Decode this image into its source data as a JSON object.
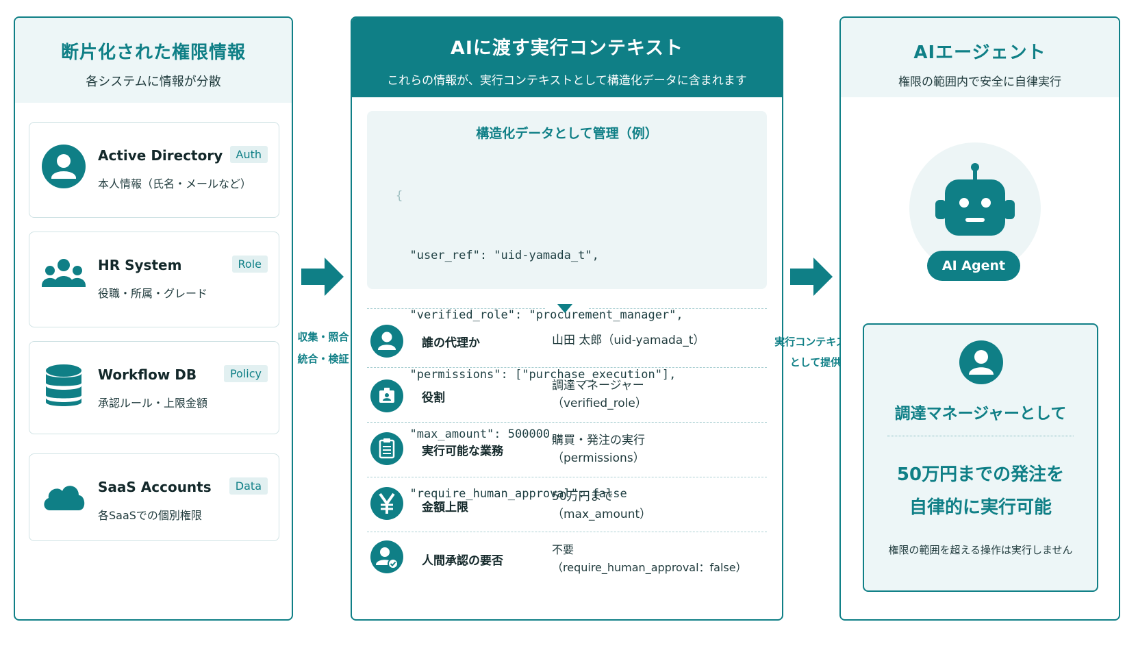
{
  "colors": {
    "accent": "#0f7f86",
    "tint": "#edf6f7",
    "text": "#1f3a3c"
  },
  "left": {
    "title": "断片化された権限情報",
    "subtitle": "各システムに情報が分散",
    "sources": [
      {
        "name": "Active Directory",
        "desc": "本人情報（氏名・メールなど）",
        "tag": "Auth",
        "icon": "user-icon"
      },
      {
        "name": "HR System",
        "desc": "役職・所属・グレード",
        "tag": "Role",
        "icon": "group-icon"
      },
      {
        "name": "Workflow DB",
        "desc": "承認ルール・上限金額",
        "tag": "Policy",
        "icon": "database-icon"
      },
      {
        "name": "SaaS Accounts",
        "desc": "各SaaSでの個別権限",
        "tag": "Data",
        "icon": "cloud-icon"
      }
    ]
  },
  "edge1": {
    "line1": "収集・照合",
    "line2": "統合・検証"
  },
  "mid": {
    "title": "AIに渡す実行コンテキスト",
    "subtitle": "これらの情報が、実行コンテキストとして構造化データに含まれます",
    "code_title": "構造化データとして管理（例）",
    "code_lines": [
      "{",
      "  \"user_ref\": \"uid-yamada_t\",",
      "  \"verified_role\": \"procurement_manager\",",
      "  \"permissions\": [\"purchase_execution\"],",
      "  \"max_amount\": 500000,",
      "  \"require_human_approval\": false",
      "}"
    ],
    "rows": [
      {
        "label": "誰の代理か",
        "value1": "山田 太郎（uid-yamada_t）",
        "value2": "",
        "icon": "user-icon"
      },
      {
        "label": "役割",
        "value1": "調達マネージャー",
        "value2": "（verified_role）",
        "icon": "id-badge-icon"
      },
      {
        "label": "実行可能な業務",
        "value1": "購買・発注の実行",
        "value2": "（permissions）",
        "icon": "clipboard-icon"
      },
      {
        "label": "金額上限",
        "value1": "50万円まで",
        "value2": "（max_amount）",
        "icon": "yen-icon"
      },
      {
        "label": "人間承認の要否",
        "value1": "不要",
        "value2": "（require_human_approval：false）",
        "icon": "user-check-icon"
      }
    ]
  },
  "edge2": {
    "line1": "実行コンテキスト",
    "line2": "として提供"
  },
  "right": {
    "title": "AIエージェント",
    "subtitle": "権限の範囲内で安全に自律実行",
    "agent_label": "AI Agent",
    "result_role": "調達マネージャーとして",
    "result_line1": "50万円までの発注を",
    "result_line2": "自律的に実行可能",
    "result_note": "権限の範囲を超える操作は実行しません"
  }
}
